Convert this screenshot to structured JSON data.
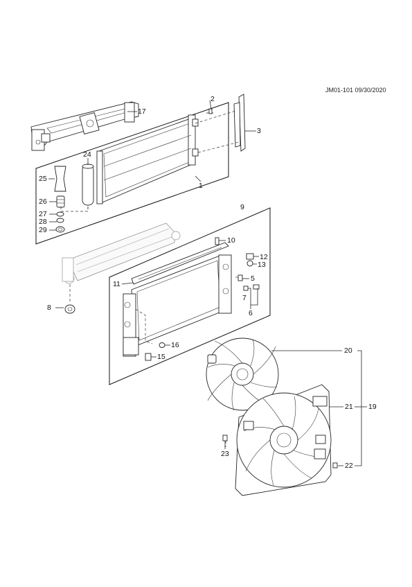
{
  "header": {
    "doc_code": "JM01-101 09/30/2020"
  },
  "callouts": {
    "c1": "1",
    "c2": "2",
    "c3": "3",
    "c4": "17",
    "c5": "24",
    "c6": "25",
    "c7": "26",
    "c8": "27",
    "c9": "28",
    "c10": "29",
    "c11": "9",
    "c12": "10",
    "c13": "12",
    "c14": "13",
    "c15": "11",
    "c16": "5",
    "c17": "7",
    "c18": "6",
    "c19": "8",
    "c20": "16",
    "c21": "15",
    "c22": "20",
    "c23": "21",
    "c24": "19",
    "c25": "23",
    "c26": "22"
  }
}
